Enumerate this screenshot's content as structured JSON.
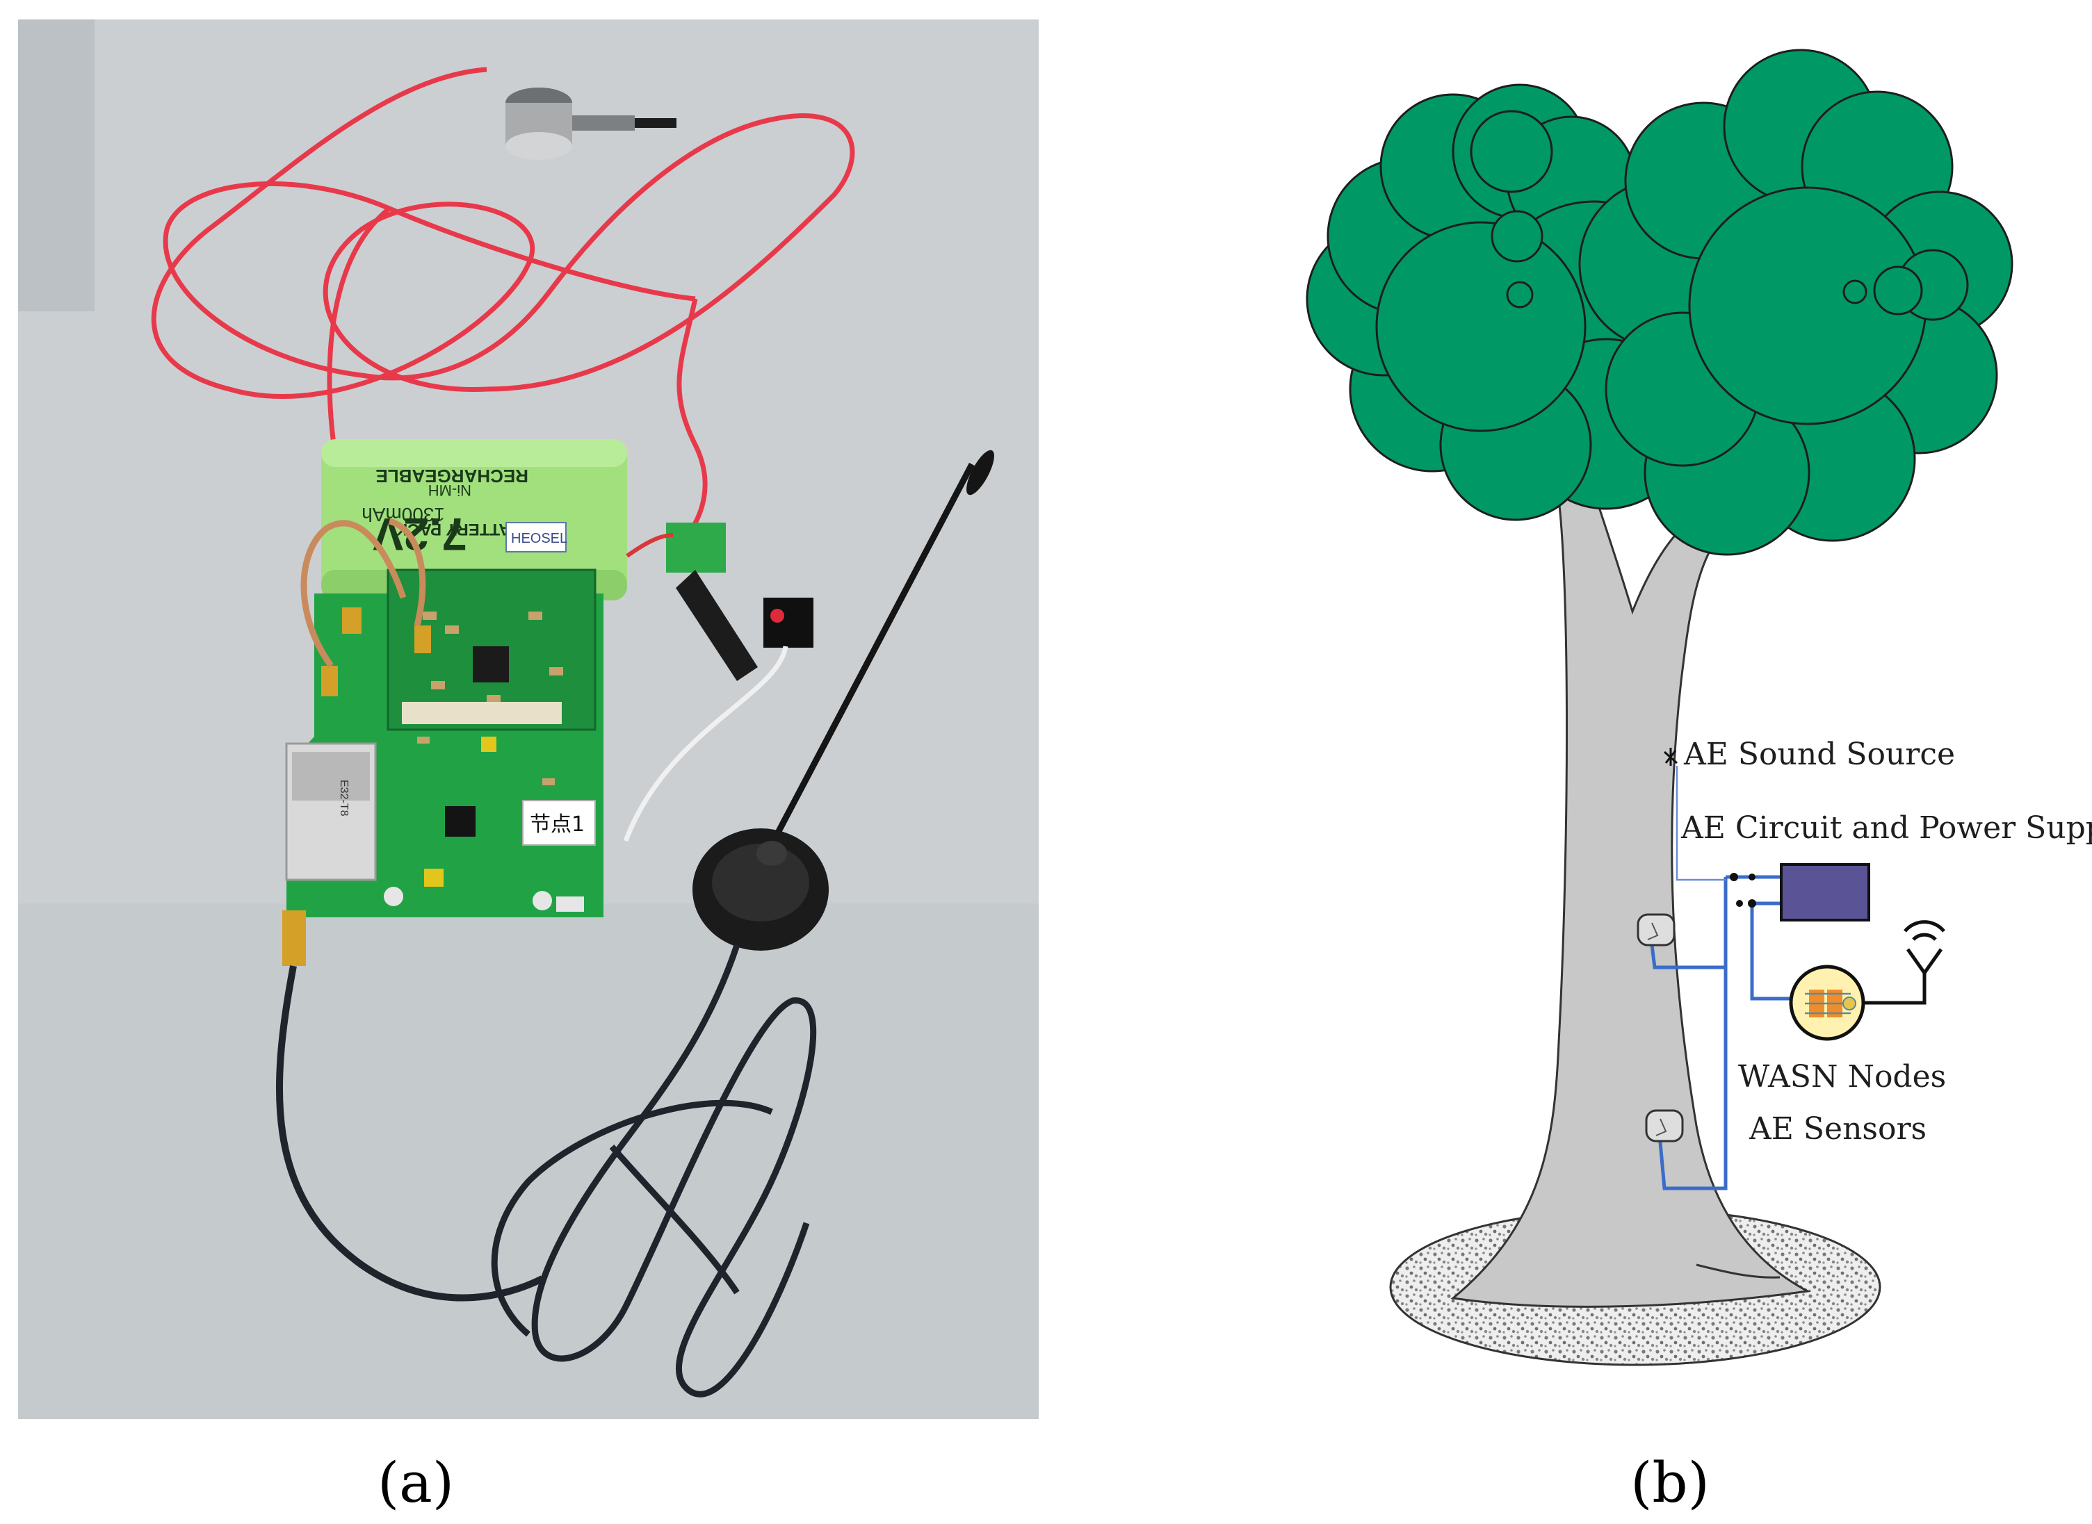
{
  "panel_a": {
    "caption": "(a)",
    "photo_texts": {
      "battery_voltage": "7.2V",
      "battery_capacity": "1300mAh",
      "battery_chemistry": "Ni-MH",
      "battery_line1": "RECHARGEABLE",
      "battery_line2": "BATTERY PACK",
      "battery_brand": "HEOSEL",
      "module_code": "E32-T8",
      "node_tag": "节点1"
    }
  },
  "panel_b": {
    "caption": "(b)",
    "labels": {
      "sound_source": "AE Sound Source",
      "circuit_power": "AE Circuit and Power Supply",
      "wasn_nodes": "WASN Nodes",
      "ae_sensors": "AE Sensors"
    },
    "colors": {
      "canopy": "#009966",
      "trunk": "#c8c8c8",
      "wire": "#3a6cc8",
      "power_box": "#5a5496",
      "node_fill": "#fff2b0"
    }
  }
}
